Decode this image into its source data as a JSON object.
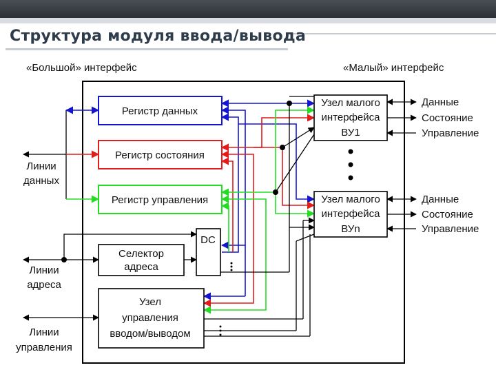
{
  "slide": {
    "title": "Структура модуля ввода/вывода"
  },
  "diagram": {
    "big_interface_label": "«Большой» интерфейс",
    "small_interface_label": "«Малый» интерфейс",
    "left_labels": {
      "data_lines_1": "Линии",
      "data_lines_2": "данных",
      "address_lines_1": "Линии",
      "address_lines_2": "адреса",
      "control_lines_1": "Линии",
      "control_lines_2": "управления"
    },
    "blocks": {
      "data_register": "Регистр данных",
      "status_register": "Регистр состояния",
      "control_register": "Регистр управления",
      "address_selector_1": "Селектор",
      "address_selector_2": "адреса",
      "decoder": "DC",
      "io_control_1": "Узел",
      "io_control_2": "управления",
      "io_control_3": "вводом/выводом",
      "node1_1": "Узел малого",
      "node1_2": "интерфейса",
      "node1_3": "ВУ1",
      "noden_1": "Узел малого",
      "noden_2": "интерфейса",
      "noden_3": "ВУn"
    },
    "right_labels": {
      "r1_data": "Данные",
      "r1_status": "Состояние",
      "r1_control": "Управление",
      "r2_data": "Данные",
      "r2_status": "Состояние",
      "r2_control": "Управление"
    },
    "colors": {
      "data_bus": "#1515d0",
      "status_bus": "#e01c1c",
      "control_bus": "#22dd22",
      "line": "#000000"
    }
  }
}
